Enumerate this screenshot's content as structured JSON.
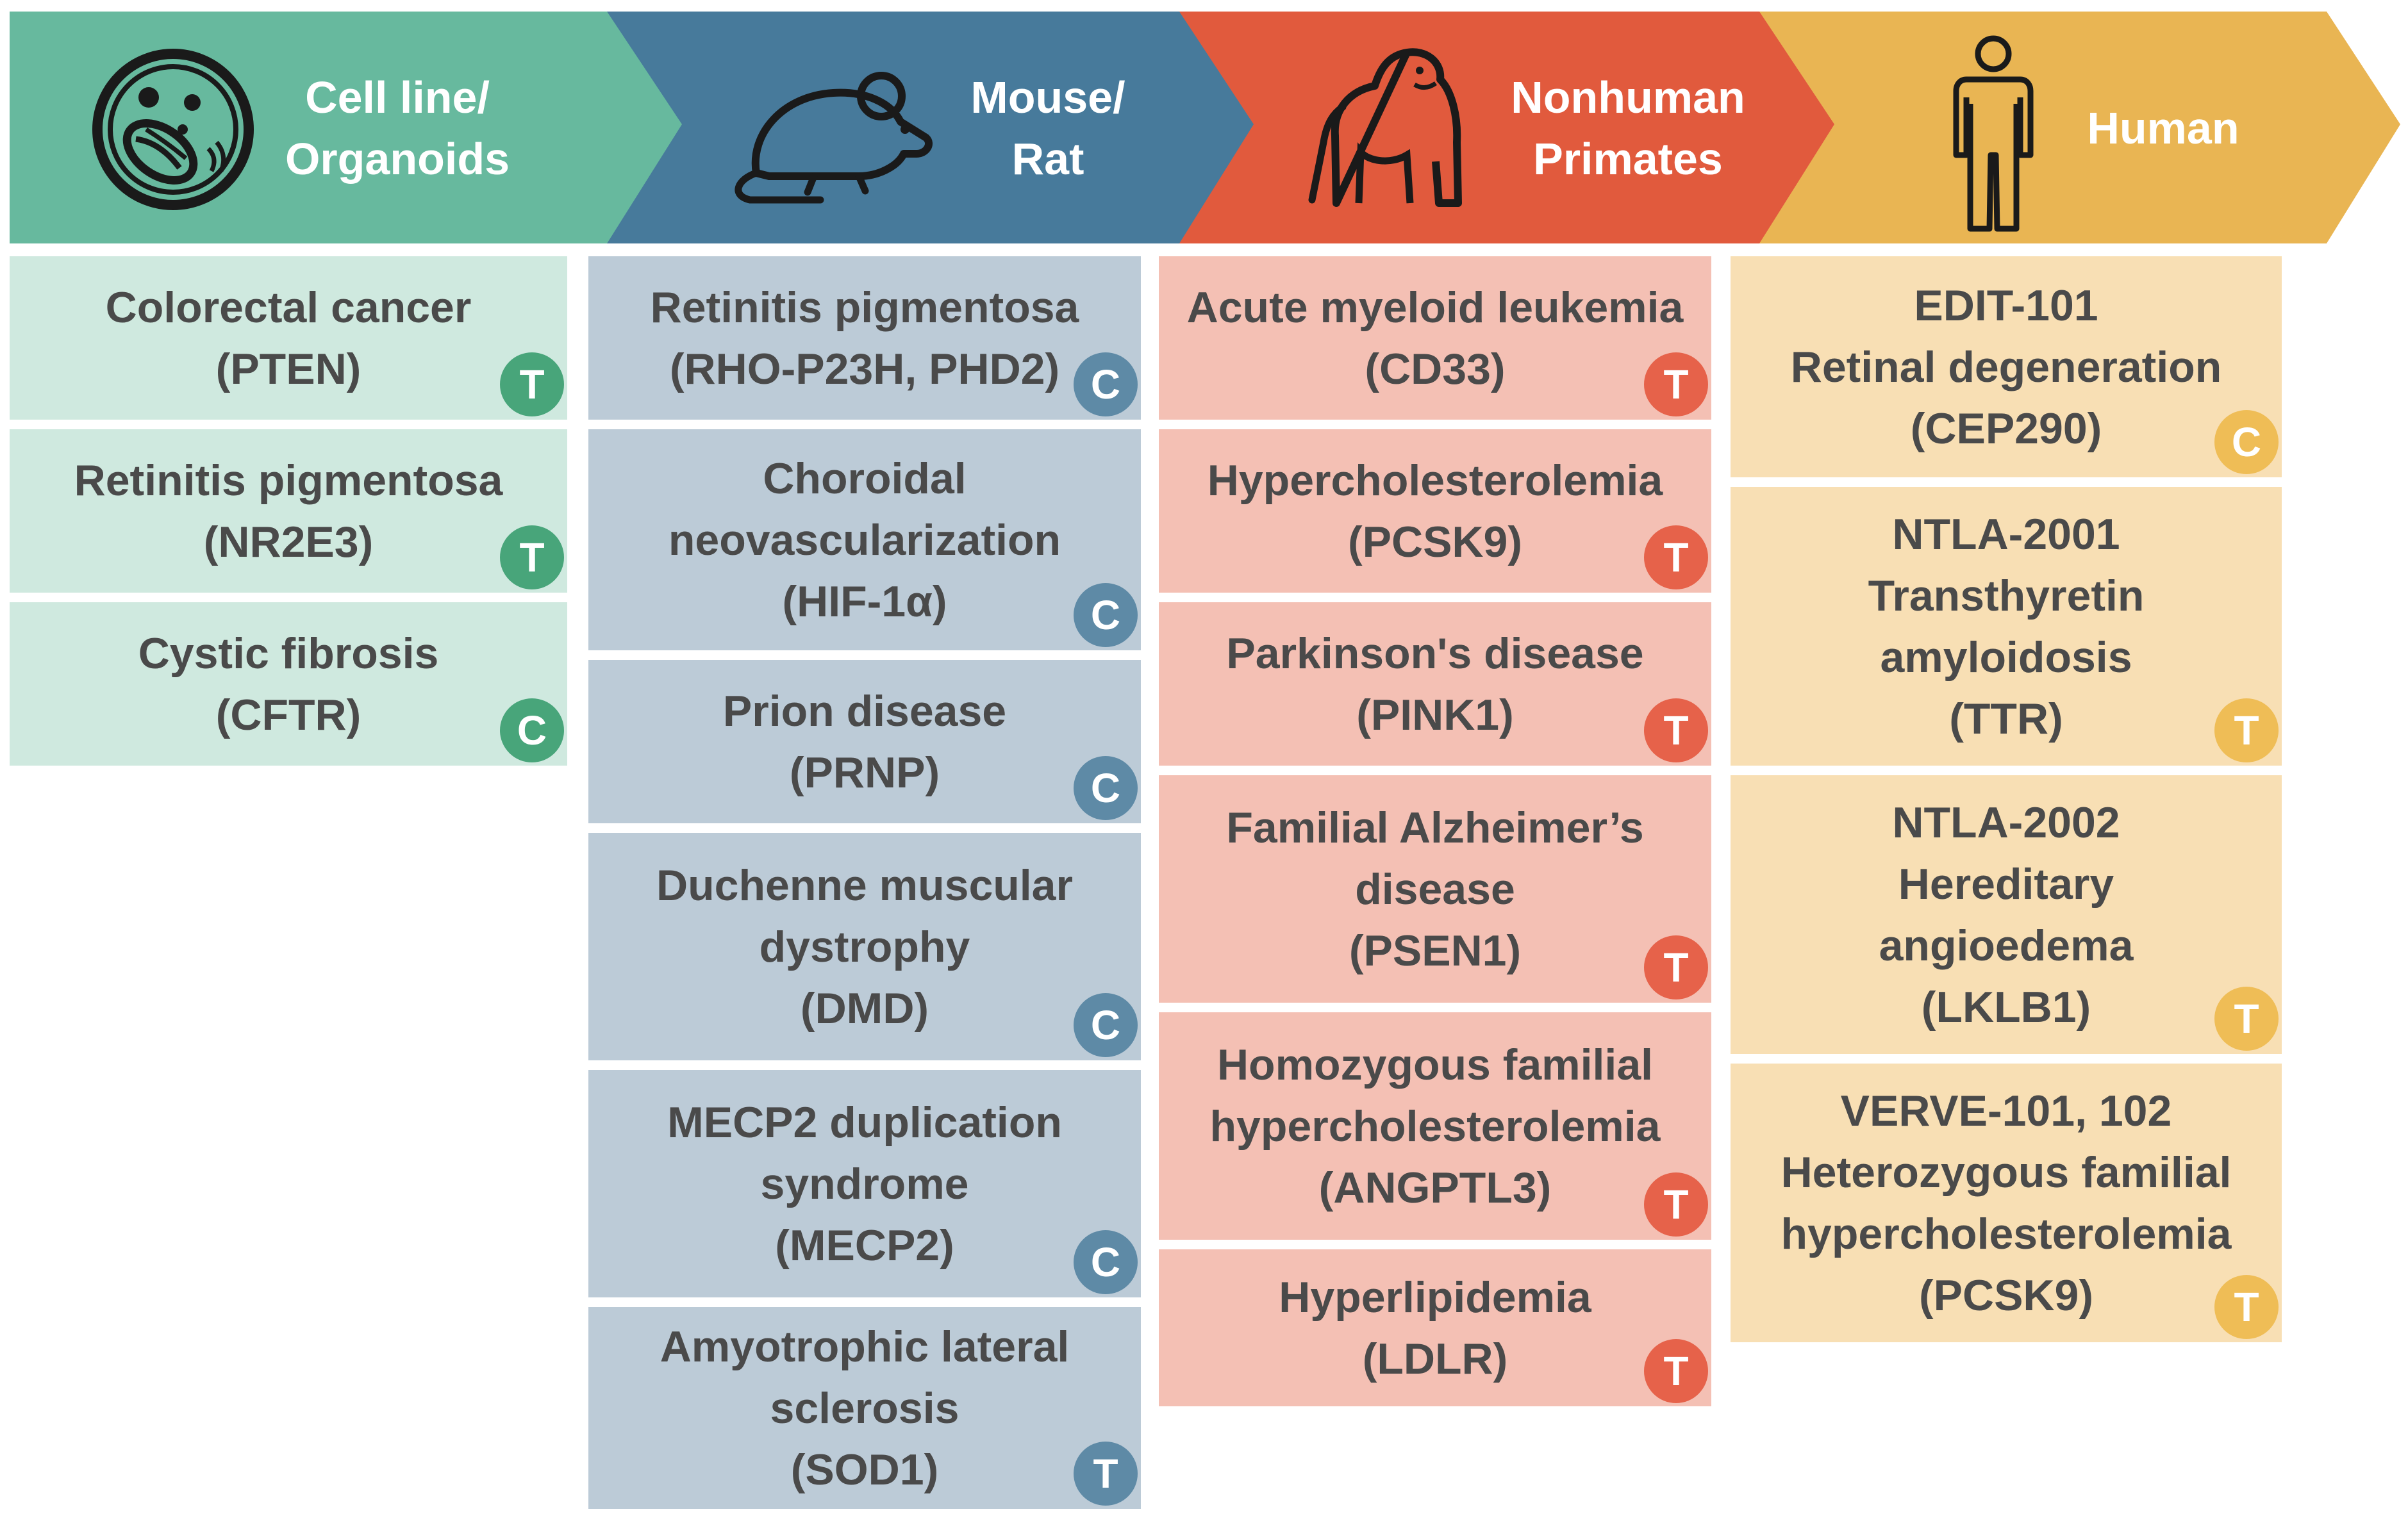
{
  "colors": {
    "cell_header": "#67b99e",
    "cell_card": "#cfe9df",
    "cell_badge": "#48a57a",
    "mouse_header": "#477a9b",
    "mouse_card": "#bccbd7",
    "mouse_badge": "#5e8aa6",
    "primate_header": "#e15a3d",
    "primate_card": "#f4c0b4",
    "primate_badge": "#e6624a",
    "human_header": "#e9b553",
    "human_card": "#f8dfb4",
    "human_badge": "#efbd56",
    "text": "#4a4a4a"
  },
  "stages": [
    {
      "key": "cell",
      "icon": "cell-icon",
      "label_lines": [
        "Cell line/",
        "Organoids"
      ],
      "cards": [
        {
          "lines": [
            "Colorectal cancer",
            "(PTEN)"
          ],
          "badge": "T"
        },
        {
          "lines": [
            "Retinitis pigmentosa",
            "(NR2E3)"
          ],
          "badge": "T"
        },
        {
          "lines": [
            "Cystic fibrosis",
            "(CFTR)"
          ],
          "badge": "C"
        }
      ]
    },
    {
      "key": "mouse",
      "icon": "mouse-icon",
      "label_lines": [
        "Mouse/",
        "Rat"
      ],
      "cards": [
        {
          "lines": [
            "Retinitis pigmentosa",
            "(RHO-P23H, PHD2)"
          ],
          "badge": "C"
        },
        {
          "lines": [
            "Choroidal",
            "neovascularization",
            "(HIF-1α)"
          ],
          "badge": "C"
        },
        {
          "lines": [
            "Prion disease",
            "(PRNP)"
          ],
          "badge": "C"
        },
        {
          "lines": [
            "Duchenne muscular",
            "dystrophy",
            "(DMD)"
          ],
          "badge": "C"
        },
        {
          "lines": [
            "MECP2 duplication",
            "syndrome",
            "(MECP2)"
          ],
          "badge": "C"
        },
        {
          "lines": [
            "Amyotrophic lateral",
            "sclerosis",
            "(SOD1)"
          ],
          "badge": "T"
        }
      ]
    },
    {
      "key": "primate",
      "icon": "gorilla-icon",
      "label_lines": [
        "Nonhuman",
        "Primates"
      ],
      "cards": [
        {
          "lines": [
            "Acute myeloid leukemia",
            "(CD33)"
          ],
          "badge": "T"
        },
        {
          "lines": [
            "Hypercholesterolemia",
            "(PCSK9)"
          ],
          "badge": "T"
        },
        {
          "lines": [
            "Parkinson's disease",
            "(PINK1)"
          ],
          "badge": "T"
        },
        {
          "lines": [
            "Familial Alzheimer’s",
            "disease",
            "(PSEN1)"
          ],
          "badge": "T"
        },
        {
          "lines": [
            "Homozygous familial",
            "hypercholesterolemia",
            "(ANGPTL3)"
          ],
          "badge": "T"
        },
        {
          "lines": [
            "Hyperlipidemia",
            "(LDLR)"
          ],
          "badge": "T"
        }
      ]
    },
    {
      "key": "human",
      "icon": "human-icon",
      "label_lines": [
        "Human"
      ],
      "cards": [
        {
          "lines": [
            "EDIT-101",
            "Retinal degeneration",
            "(CEP290)"
          ],
          "badge": "C"
        },
        {
          "lines": [
            "NTLA-2001",
            "Transthyretin",
            "amyloidosis",
            "(TTR)"
          ],
          "badge": "T"
        },
        {
          "lines": [
            "NTLA-2002",
            "Hereditary",
            "angioedema",
            "(LKLB1)"
          ],
          "badge": "T"
        },
        {
          "lines": [
            "VERVE-101, 102",
            "Heterozygous familial",
            "hypercholesterolemia",
            "(PCSK9)"
          ],
          "badge": "T"
        }
      ]
    }
  ]
}
